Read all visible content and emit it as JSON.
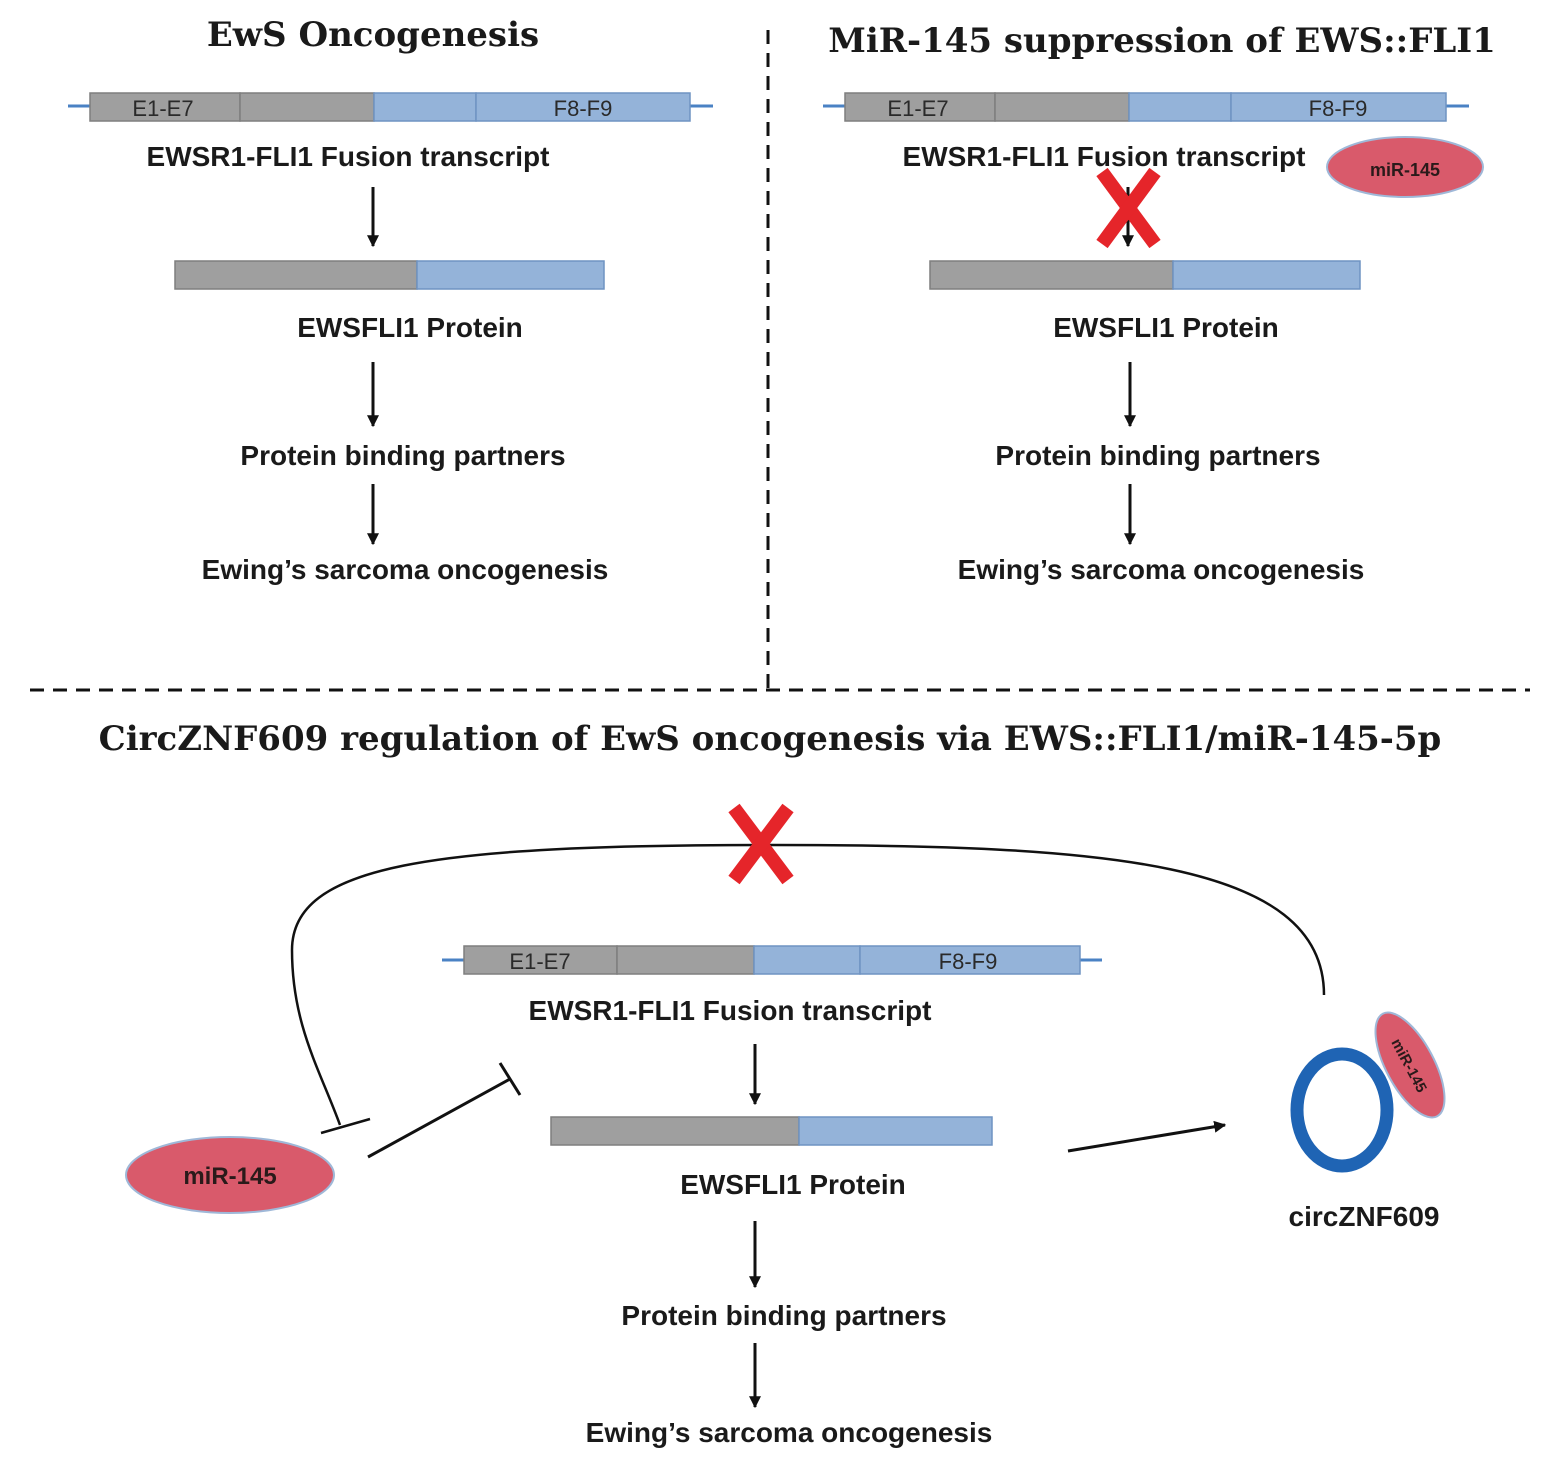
{
  "panel_left": {
    "title": "EwS Oncogenesis",
    "exon_start": "E1-E7",
    "exon_end": "F8-F9",
    "transcript_label": "EWSR1-FLI1 Fusion transcript",
    "protein_label": "EWSFLI1 Protein",
    "partners_label": "Protein binding partners",
    "outcome_label": "Ewing’s sarcoma oncogenesis"
  },
  "panel_right": {
    "title": "MiR-145 suppression of EWS::FLI1",
    "exon_start": "E1-E7",
    "exon_end": "F8-F9",
    "transcript_label": "EWSR1-FLI1 Fusion transcript",
    "mirna_label": "miR-145",
    "protein_label": "EWSFLI1 Protein",
    "partners_label": "Protein binding partners",
    "outcome_label": "Ewing’s sarcoma oncogenesis"
  },
  "panel_bottom": {
    "title": "CircZNF609 regulation of EwS oncogenesis via EWS::FLI1/miR-145-5p",
    "exon_start": "E1-E7",
    "exon_end": "F8-F9",
    "transcript_label": "EWSR1-FLI1 Fusion transcript",
    "protein_label": "EWSFLI1 Protein",
    "partners_label": "Protein binding partners",
    "outcome_label": "Ewing’s sarcoma oncogenesis",
    "mirna_label": "miR-145",
    "circ_mirna_label": "miR-145",
    "circ_label": "circZNF609"
  },
  "colors": {
    "ews_segment": "#9f9f9f",
    "fli1_segment": "#94b3d9",
    "mirna": "#d95a6b",
    "circ_rna": "#1f64b4",
    "block_mark": "#e5252a"
  }
}
